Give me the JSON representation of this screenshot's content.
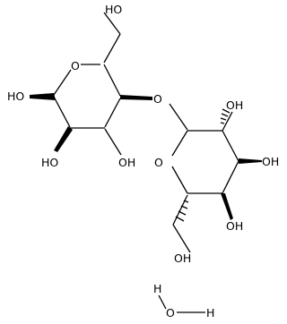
{
  "structure": {
    "atoms": {
      "ring1_oxygen": "O",
      "ring1_ch2oh": "HO",
      "ring1_anomeric_oh": "HO",
      "ring1_c3_oh": "HO",
      "ring1_c4_oh": "OH",
      "glycosidic_oxygen": "O",
      "ring2_c2_oh": "OH",
      "ring2_c3_oh": "OH",
      "ring2_c4_oh": "OH",
      "ring2_oxygen": "O",
      "ring2_ch2oh": "OH"
    },
    "water": {
      "h_top": "H",
      "oxygen": "O",
      "h_right": "H"
    }
  }
}
